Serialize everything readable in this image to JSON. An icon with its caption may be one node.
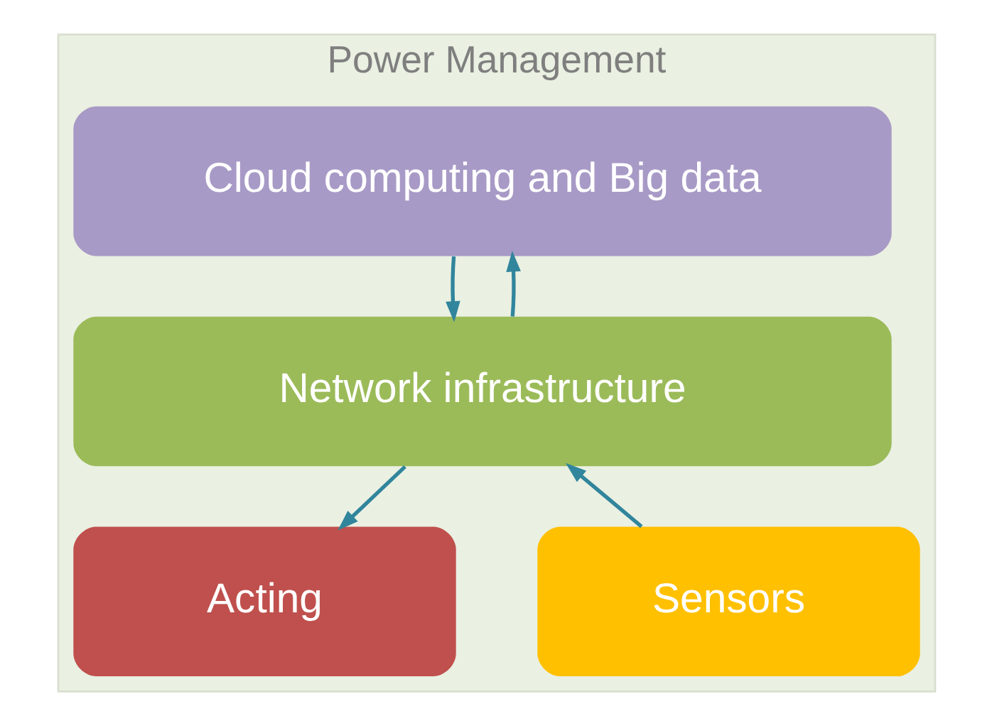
{
  "diagram": {
    "nodes": [
      {
        "text": [
          "Power Management"
        ]
      },
      {
        "text": [
          "Cloud computing and Big data"
        ],
        "in": 0
      },
      {
        "text": [
          "Network infrastructure"
        ],
        "in": 0
      },
      {
        "text": [
          "Sensors"
        ],
        "in": 0
      },
      {
        "text": [
          "Acting"
        ],
        "in": 0
      }
    ],
    "edges": [
      {
        "from": 2,
        "to": 1,
        "arrow": "to"
      },
      {
        "from": 1,
        "to": 2,
        "arrow": "to"
      },
      {
        "from": 3,
        "to": 2,
        "arrow": "to"
      },
      {
        "from": 2,
        "to": 4,
        "arrow": "to"
      }
    ]
  }
}
